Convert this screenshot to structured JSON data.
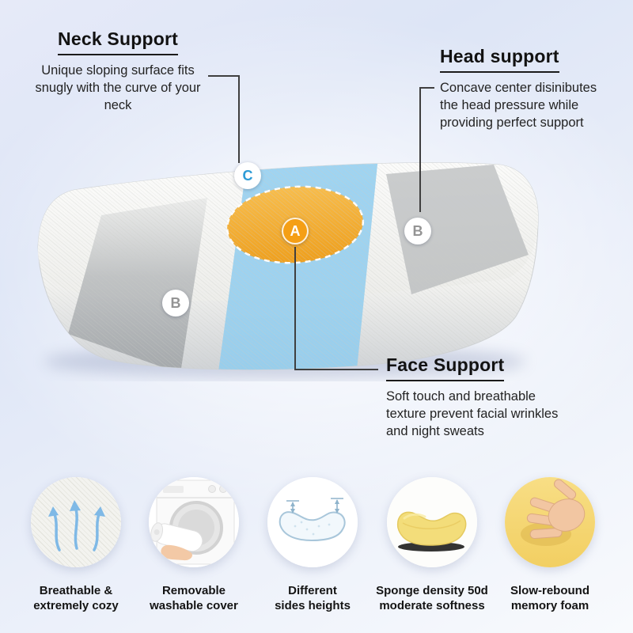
{
  "product_diagram": {
    "neck": {
      "title": "Neck Support",
      "desc": "Unique sloping surface fits snugly with the curve of your neck"
    },
    "head": {
      "title": "Head support",
      "desc": "Concave center disinibutes the head pressure while providing perfect support"
    },
    "face": {
      "title": "Face Support",
      "desc": "Soft touch and breathable texture prevent facial wrinkles and night sweats"
    },
    "zones": {
      "a": "A",
      "b": "B",
      "c": "C"
    }
  },
  "features": [
    {
      "icon": "breathable-fabric-icon",
      "caption": "Breathable & extremely cozy"
    },
    {
      "icon": "washing-machine-icon",
      "caption": "Removable washable cover"
    },
    {
      "icon": "pillow-outline-icon",
      "caption": "Different sides heights"
    },
    {
      "icon": "yellow-pillow-icon",
      "caption": "Sponge density 50d moderate softness"
    },
    {
      "icon": "memory-foam-hand-icon",
      "caption": "Slow-rebound memory foam"
    }
  ],
  "colors": {
    "zone_a_orange": "#f59f15",
    "zone_c_blue": "#8ecdf0",
    "zone_b_gray": "#a2a6aa",
    "callout_line": "#3f3f3f",
    "background_tint": "#dde5f6"
  }
}
